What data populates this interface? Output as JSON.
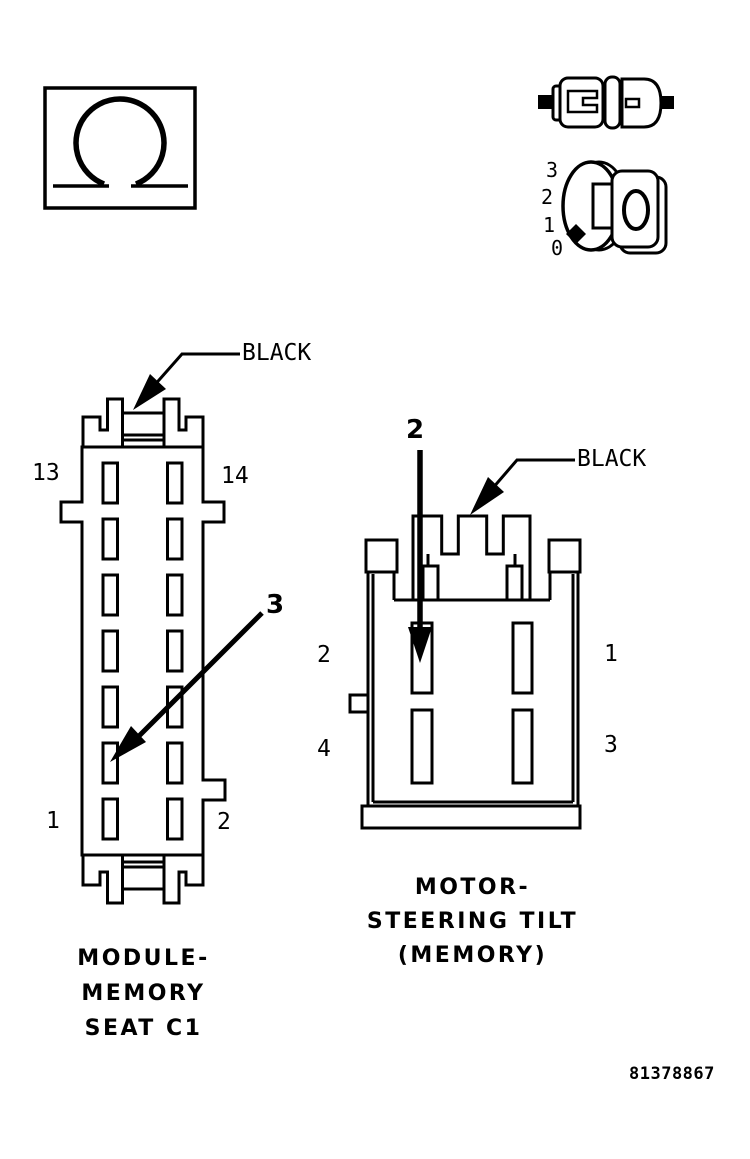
{
  "page": {
    "background": "#ffffff",
    "line_color": "#000000"
  },
  "part_number": "81378867",
  "icons": {
    "ohmmeter": "ohmmeter-icon",
    "disconnect": "disconnect-connectors-icon",
    "meter_dial": "meter-dial-icon",
    "dial_face": "dial-face-zero-icon",
    "dial_pointer": "dial-pointer-diamond-icon"
  },
  "meter_dial": {
    "scale_numbers": [
      "3",
      "2",
      "1",
      "0"
    ]
  },
  "left_connector": {
    "wire_color_label": "BLACK",
    "callout": "3",
    "pins": {
      "top_left": "13",
      "top_right": "14",
      "bottom_left": "1",
      "bottom_right": "2"
    },
    "title_lines": [
      "MODULE-",
      "MEMORY",
      "SEAT C1"
    ]
  },
  "right_connector": {
    "wire_color_label": "BLACK",
    "callout": "2",
    "pins": {
      "top_left": "2",
      "top_right": "1",
      "bottom_left": "4",
      "bottom_right": "3"
    },
    "title_lines": [
      "MOTOR-",
      "STEERING TILT",
      "(MEMORY)"
    ]
  }
}
